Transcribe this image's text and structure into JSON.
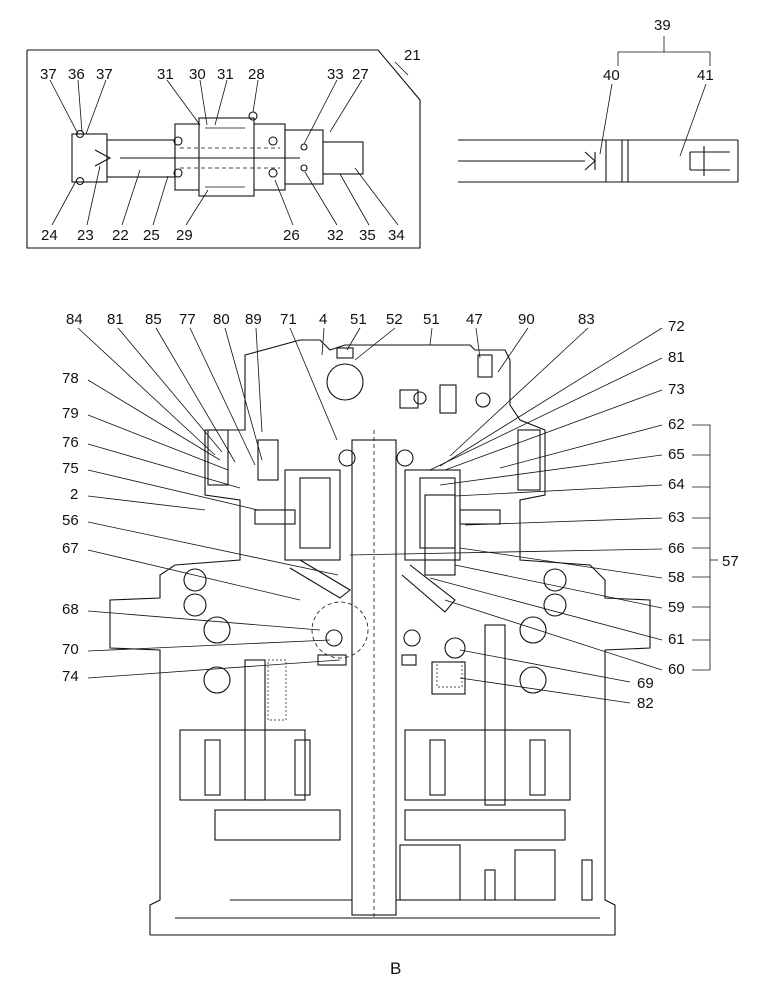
{
  "callouts": {
    "inset_relief_valve": {
      "frame": "21",
      "top": [
        "37",
        "36",
        "37",
        "31",
        "30",
        "31",
        "28",
        "33",
        "27"
      ],
      "bottom": [
        "24",
        "23",
        "22",
        "25",
        "29",
        "26",
        "32",
        "35",
        "34"
      ]
    },
    "inset_spool": {
      "group": "39",
      "parts": [
        "40",
        "41"
      ]
    },
    "main_section": {
      "top": [
        "84",
        "81",
        "85",
        "77",
        "80",
        "89",
        "71",
        "4",
        "51",
        "52",
        "51",
        "47",
        "90",
        "83"
      ],
      "left": [
        "78",
        "79",
        "76",
        "75",
        "2",
        "56",
        "67",
        "68",
        "70",
        "74"
      ],
      "right": [
        "72",
        "81",
        "73",
        "62",
        "65",
        "64",
        "63",
        "66",
        "58",
        "59",
        "61",
        "60",
        "69",
        "82"
      ],
      "group": "57"
    }
  },
  "view_label": "B"
}
